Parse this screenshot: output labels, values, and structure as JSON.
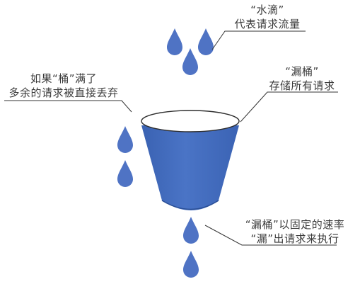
{
  "labels": {
    "water_drops": {
      "line1": "“水滴”",
      "line2": "代表请求流量"
    },
    "overflow": {
      "line1": "如果“桶”满了",
      "line2": "多余的请求被直接丢弃"
    },
    "bucket": {
      "line1": "“漏桶”",
      "line2": "存储所有请求"
    },
    "leak": {
      "line1": "“漏桶”以固定的速率",
      "line2": "“漏”出请求来执行"
    }
  },
  "colors": {
    "drop": "#4f73c4",
    "bucket_body": "#4169b8",
    "bucket_rim": "#ffffff",
    "bucket_outline": "#2e2e2e",
    "callout_line": "#333333"
  }
}
